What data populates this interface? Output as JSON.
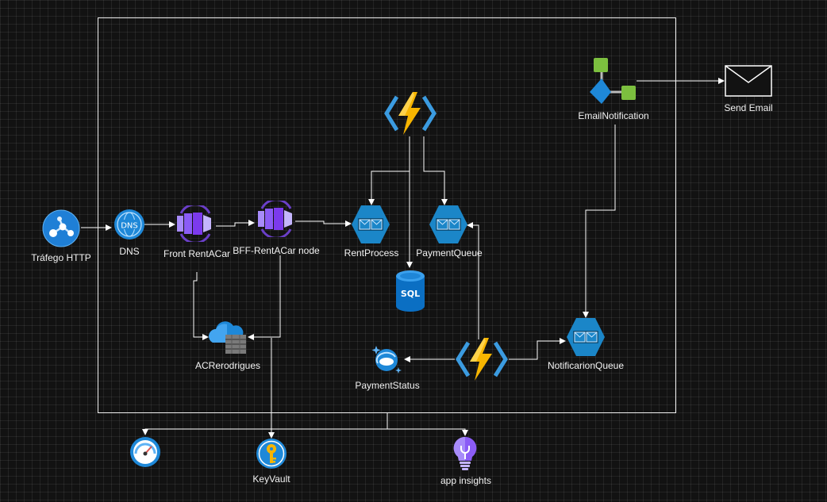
{
  "diagram": {
    "nodes": {
      "http_traffic": "Tráfego HTTP",
      "dns": "DNS",
      "front": "Front RentACar",
      "bff": "BFF-RentACar node",
      "rent_process": "RentProcess",
      "payment_queue": "PaymentQueue",
      "email_notification": "EmailNotification",
      "send_email": "Send Email",
      "acr": "ACRerodrigues",
      "payment_status": "PaymentStatus",
      "notification_queue": "NotificarionQueue",
      "keyvault": "KeyVault",
      "app_insights": "app insights"
    },
    "icon_text": {
      "dns": "DNS",
      "sql": "SQL"
    },
    "colors": {
      "line": "#ffffff",
      "azure_blue": "#0078d4",
      "queue": "#1b86c8",
      "function_yellow": "#f7b500",
      "function_bracket": "#3b9be0",
      "aks_purple": "#8b5cf6",
      "logic_green": "#7cbf3f",
      "insights_purple": "#a78bfa"
    }
  }
}
